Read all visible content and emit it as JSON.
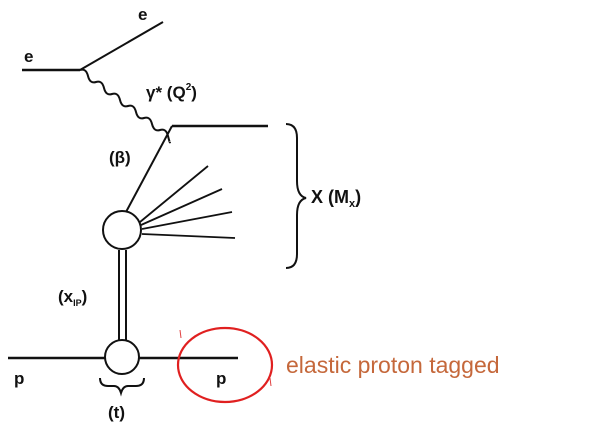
{
  "labels": {
    "electron_out": "e",
    "electron_in": "e",
    "photon_main": "γ* (Q",
    "photon_sup": "2",
    "photon_close": ")",
    "beta": "(β)",
    "x_main": "X (M",
    "x_sub": "x",
    "x_close": ")",
    "xpom_open": "(x",
    "xpom_sub": "IP",
    "xpom_close": ")",
    "proton_in": "p",
    "proton_out": "p",
    "t": "(t)"
  },
  "annotation": {
    "text": "elastic proton tagged",
    "text_color": "#c5683b",
    "circle_color": "#e02020"
  }
}
